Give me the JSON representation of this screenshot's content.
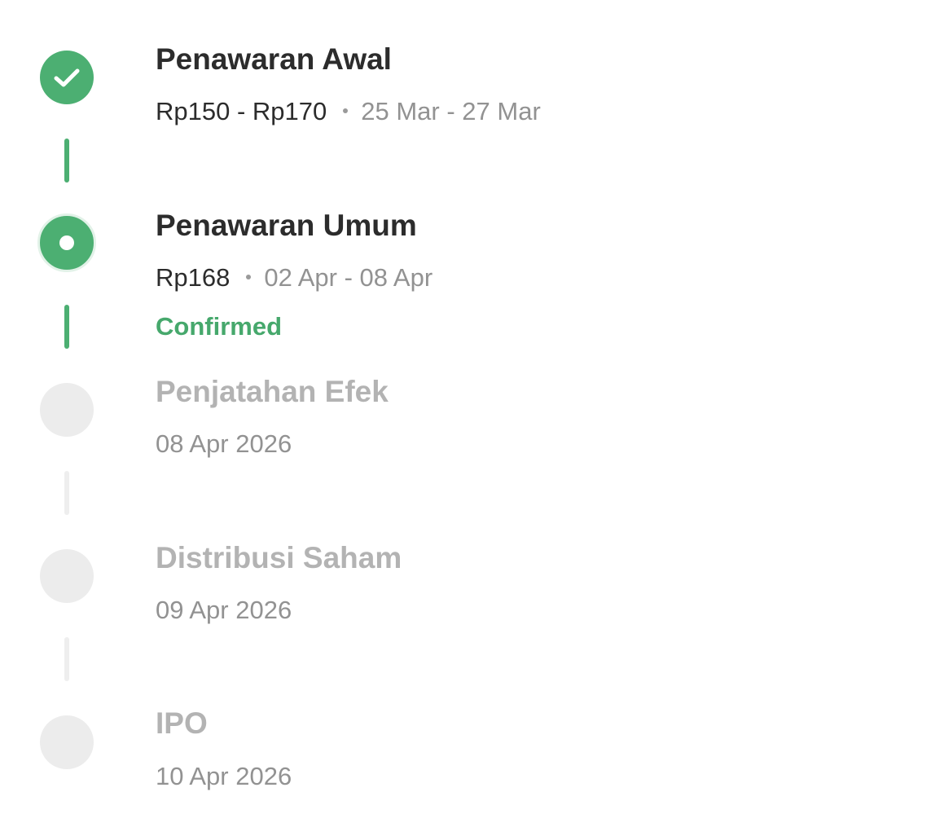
{
  "colors": {
    "accent_green": "#4caf72",
    "status_green": "#46a86c",
    "pending_grey": "#ececec",
    "title_dark": "#2c2c2c",
    "title_muted": "#b3b3b3",
    "subtext_grey": "#929292"
  },
  "steps": [
    {
      "title": "Penawaran Awal",
      "state": "done",
      "icon": "check-icon",
      "price": "Rp150 - Rp170",
      "dates": "25 Mar - 27 Mar"
    },
    {
      "title": "Penawaran Umum",
      "state": "active",
      "icon": "current-dot-icon",
      "price": "Rp168",
      "dates": "02 Apr - 08 Apr",
      "status": "Confirmed"
    },
    {
      "title": "Penjatahan Efek",
      "state": "pending",
      "date": "08 Apr 2026"
    },
    {
      "title": "Distribusi Saham",
      "state": "pending",
      "date": "09 Apr 2026"
    },
    {
      "title": "IPO",
      "state": "pending",
      "date": "10 Apr 2026"
    }
  ]
}
